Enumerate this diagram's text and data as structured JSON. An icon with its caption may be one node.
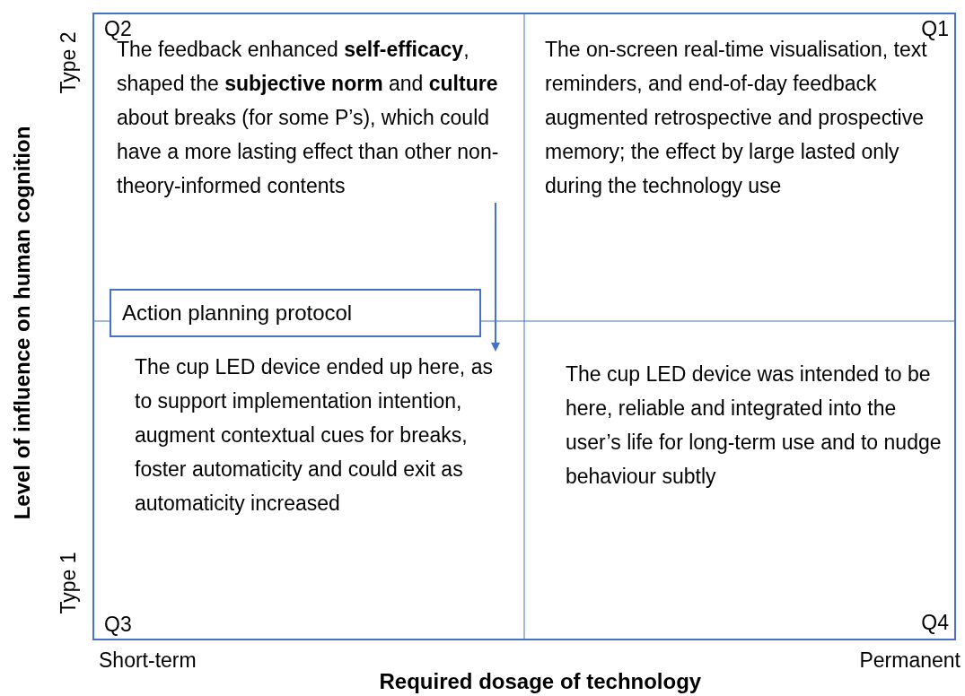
{
  "diagram": {
    "nodes": [
      {
        "text": [
          "The feedback enhanced **self-efficacy**, shaped the **subjective norm** and **culture** about breaks (for some P’s), which could have a more lasting effect than other non-theory-informed contents"
        ]
      },
      {
        "text": [
          "The on-screen real-time visualisation, text reminders, and end-of-day feedback augmented retrospective and prospective memory; the effect by large lasted only during the technology use"
        ]
      },
      {
        "text": [
          "Action planning protocol"
        ]
      },
      {
        "text": [
          "The cup LED device ended up here, as to support implementation intention, augment contextual cues for breaks, foster automaticity and could exit as automaticity increased"
        ]
      },
      {
        "text": [
          "The cup LED device was intended to be here, reliable and integrated into the user’s life for long-term use and to nudge behaviour subtly"
        ]
      }
    ],
    "edges": [
      {
        "from": 0,
        "to": 3,
        "arrow": "to"
      }
    ],
    "labels": [
      "Q2",
      "Q1",
      "Q3",
      "Q4",
      "Type 2",
      "Type 1",
      "Level of influence on human cognition",
      "Short-term",
      "Permanent",
      "Required dosage of technology"
    ]
  }
}
